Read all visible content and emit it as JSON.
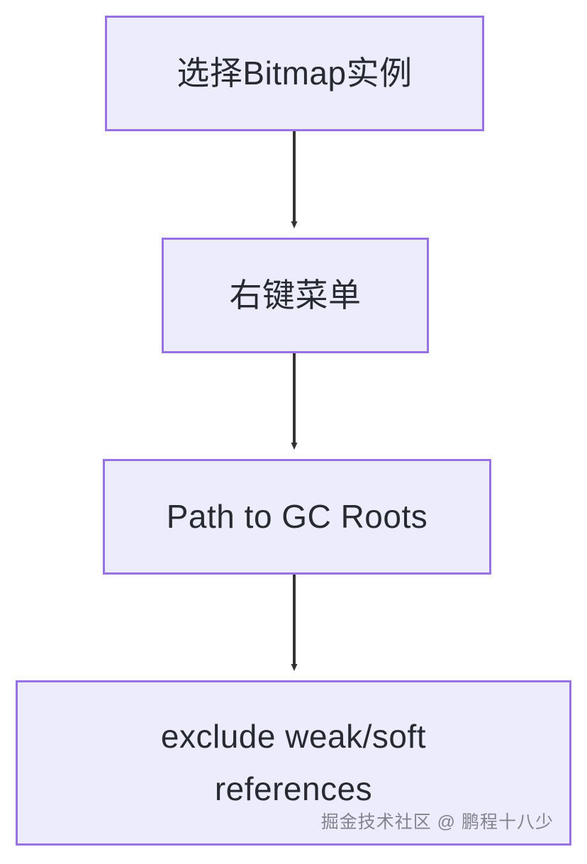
{
  "diagram": {
    "type": "flowchart",
    "direction": "top-to-bottom",
    "background_color": "#ffffff",
    "node_fill_color": "#ececfd",
    "node_border_color": "#9673e0",
    "node_text_color": "#272a31",
    "edge_color": "#333333",
    "nodes": [
      {
        "id": "n1",
        "label": "选择Bitmap实例"
      },
      {
        "id": "n2",
        "label": "右键菜单"
      },
      {
        "id": "n3",
        "label": "Path to GC Roots"
      },
      {
        "id": "n4",
        "label": "exclude weak/soft\nreferences"
      }
    ],
    "edges": [
      {
        "from": "n1",
        "to": "n2",
        "label": ""
      },
      {
        "from": "n2",
        "to": "n3",
        "label": ""
      },
      {
        "from": "n3",
        "to": "n4",
        "label": ""
      }
    ]
  },
  "watermark": {
    "text": "掘金技术社区 @ 鹏程十八少"
  }
}
